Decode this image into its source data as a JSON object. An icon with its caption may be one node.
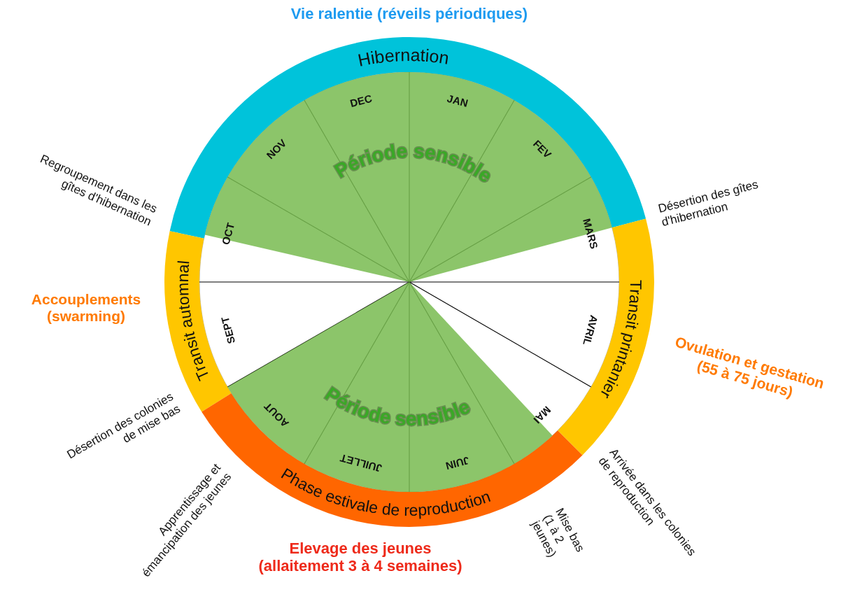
{
  "diagram": {
    "nodes": [
      {
        "text": [
          "Hibernation"
        ],
        "beside": [
          "Vie ralentie (réveils périodiques)"
        ]
      },
      {
        "text": [
          "Transit automnal"
        ],
        "beside": [
          "Accouplements (swarming)"
        ]
      },
      {
        "text": [
          "Transit printanier"
        ],
        "beside": [
          "Ovulation et gestation (55 à 75 jours)"
        ]
      },
      {
        "text": [
          "Phase estivale de reproduction"
        ],
        "beside": [
          "Elevage des jeunes (allaitement 3 à 4 semaines)"
        ]
      },
      {
        "text": [
          "Période sensible"
        ]
      },
      {
        "text": [
          "Période sensible"
        ]
      }
    ],
    "edges": [],
    "labels": [
      "DEC",
      "JAN",
      "NOV",
      "FEV",
      "Regroupement dans les gîtes d'hibernation",
      "Désertion des gîtes d'hibernation",
      "MARS",
      "OCT",
      "AVRIL",
      "SEPT",
      "MAI",
      "Désertion des colonies de mise bas",
      "AOUT",
      "JUILLET",
      "JUIN",
      "Apprentissage et émancipation des jeunes",
      "Arrivée dans les colonies de reproduction",
      "Mise bas (1 à 2 jeunes)"
    ]
  }
}
